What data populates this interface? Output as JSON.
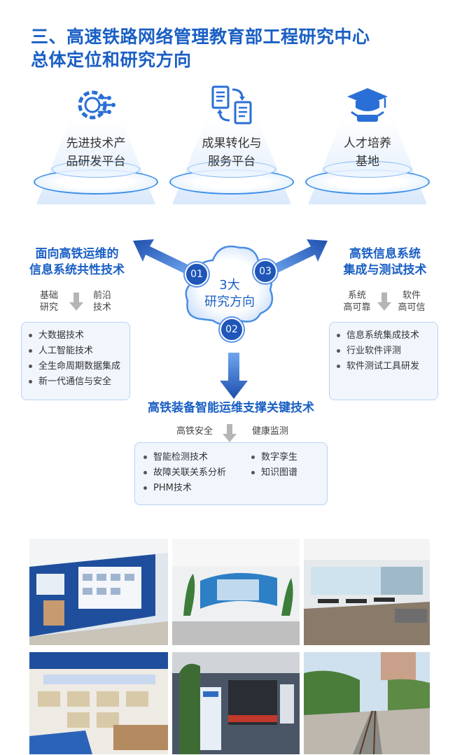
{
  "title": {
    "line1": "三、高速铁路网络管理教育部工程研究中心",
    "line2": "总体定位和研究方向"
  },
  "platforms": [
    {
      "line1": "先进技术产",
      "line2": "品研发平台",
      "icon": "gear-circuit-icon"
    },
    {
      "line1": "成果转化与",
      "line2": "服务平台",
      "icon": "document-transfer-icon"
    },
    {
      "line1": "人才培养",
      "line2": "基地",
      "icon": "graduation-cap-icon"
    }
  ],
  "center": {
    "line1": "3大",
    "line2": "研究方向",
    "badges": [
      "01",
      "02",
      "03"
    ]
  },
  "direction1": {
    "title_line1": "面向高铁运维的",
    "title_line2": "信息系统共性技术",
    "from_line1": "基础",
    "from_line2": "研究",
    "to_line1": "前沿",
    "to_line2": "技术",
    "items": [
      "大数据技术",
      "人工智能技术",
      "全生命周期数据集成",
      "新一代通信与安全"
    ]
  },
  "direction3": {
    "title_line1": "高铁信息系统",
    "title_line2": "集成与测试技术",
    "from_line1": "系统",
    "from_line2": "高可靠",
    "to_line1": "软件",
    "to_line2": "高可信",
    "items": [
      "信息系统集成技术",
      "行业软件评测",
      "软件测试工具研发"
    ]
  },
  "direction2": {
    "title": "高铁装备智能运维支撑关键技术",
    "from": "高铁安全",
    "to": "健康监测",
    "items_left": [
      "智能检测技术",
      "故障关联关系分析",
      "PHM技术"
    ],
    "items_right": [
      "数字孪生",
      "知识图谱"
    ]
  },
  "colors": {
    "accent": "#1a5fc4",
    "badge": "#1f56b8",
    "box_bg": "#f1f6fd",
    "box_border": "#b9d2f2"
  }
}
